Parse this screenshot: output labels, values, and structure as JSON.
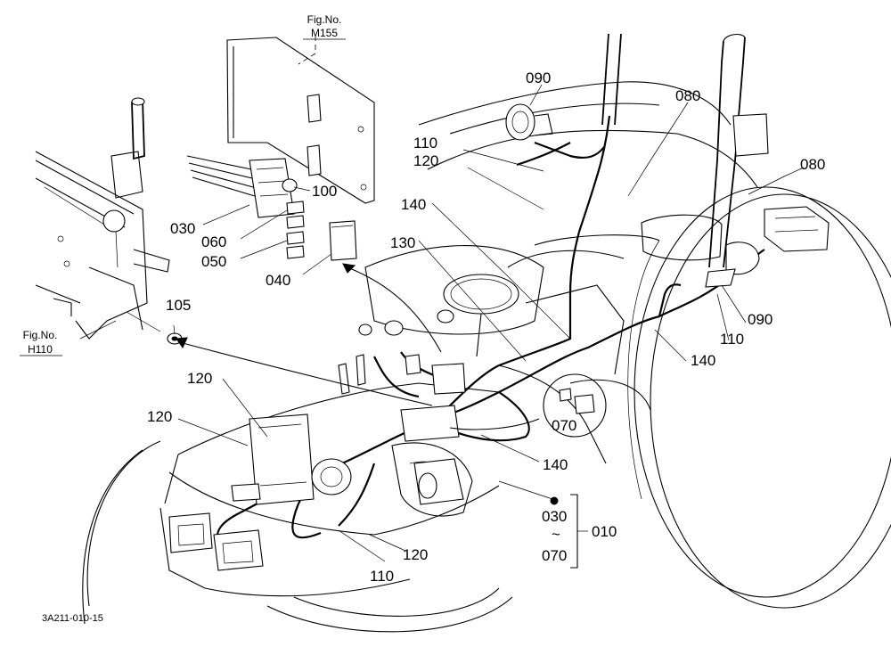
{
  "figure_code": "3A211-010-15",
  "references": {
    "m155": {
      "line1": "Fig.No.",
      "line2": "M155"
    },
    "h110": {
      "line1": "Fig.No.",
      "line2": "H110"
    }
  },
  "callouts": {
    "c090_top": "090",
    "c080_top": "080",
    "c080_right": "080",
    "c110_top": "110",
    "c120_top": "120",
    "c100": "100",
    "c030": "030",
    "c060": "060",
    "c050": "050",
    "c040": "040",
    "c140_mid": "140",
    "c130": "130",
    "c105": "105",
    "c090_right": "090",
    "c110_right": "110",
    "c140_right": "140",
    "c120_left_a": "120",
    "c120_left_b": "120",
    "c070": "070",
    "c140_bottom": "140",
    "c120_bottom": "120",
    "c110_bottom": "110"
  },
  "set_range": {
    "from": "030",
    "tilde": "~",
    "to": "070",
    "assembly": "010"
  }
}
